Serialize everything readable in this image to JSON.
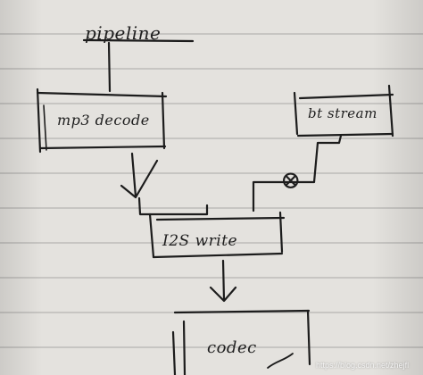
{
  "diagram": {
    "title": "pipeline",
    "nodes": {
      "mp3_decode": {
        "label": "mp3 decode"
      },
      "bt_stream": {
        "label": "bt stream"
      },
      "i2s_write": {
        "label": "I2S write"
      },
      "codec": {
        "label": "codec"
      }
    },
    "marks": {
      "blocked": "⊗"
    }
  },
  "watermark": "https://blog.csdn.net/zhejfl"
}
